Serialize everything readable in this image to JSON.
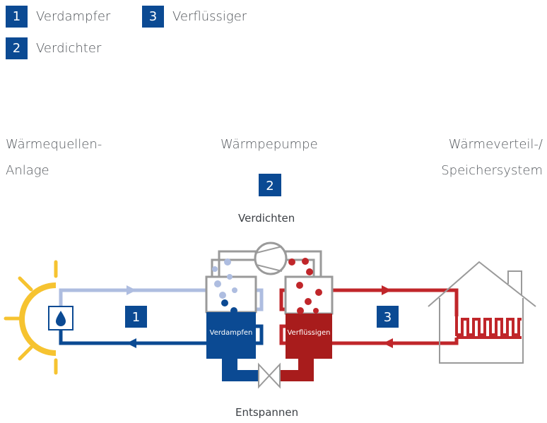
{
  "legend": [
    {
      "number": "1",
      "label": "Verdampfer"
    },
    {
      "number": "2",
      "label": "Verdichter"
    },
    {
      "number": "3",
      "label": "Verflüssiger"
    }
  ],
  "headers": {
    "source_line1": "Wärmequellen-",
    "source_line2": "Anlage",
    "heatpump": "Wärmpepumpe",
    "distribution_line1": "Wärmeverteil-/",
    "distribution_line2": "Speichersystem"
  },
  "diagram": {
    "compressor_badge": "2",
    "compressor_caption": "Verdichten",
    "evaporator_badge": "1",
    "condenser_badge": "3",
    "evaporator_label": "Verdampfen",
    "condenser_label": "Verflüssigen",
    "expansion_caption": "Entspannen"
  },
  "colors": {
    "brand_blue": "#0b4a93",
    "light_blue": "#aebde0",
    "hot_red": "#a81c1c",
    "sun_yellow": "#f6c330",
    "outline_gray": "#9a9a9a"
  }
}
